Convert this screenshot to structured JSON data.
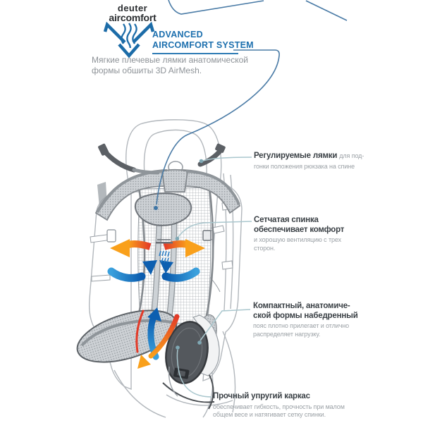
{
  "brand": {
    "name": "deuter",
    "sub": "aircomfort"
  },
  "header": {
    "title_line1": "ADVANCED",
    "title_line2": "AIRCOMFORT SYSTEM"
  },
  "intro": {
    "line1": "Мягкие плечевые лямки анатомической",
    "line2": "формы обшиты 3D AirMesh."
  },
  "annotations": [
    {
      "title_lines": [
        "Регулируемые лямки"
      ],
      "inline_note": "для под-",
      "body_lines": [
        "гонки положения рюкзака на спине"
      ]
    },
    {
      "title_lines": [
        "Сетчатая спинка",
        "обеспечивает комфорт"
      ],
      "body_lines": [
        "и хорошую вентиляцию с трех",
        "сторон."
      ]
    },
    {
      "title_lines": [
        "Компактный, анатомиче-",
        "ской формы набедренный"
      ],
      "body_lines": [
        "пояс плотно прилегает и отлично",
        "распределяет нагрузку."
      ]
    },
    {
      "title_lines": [
        "Прочный упругий каркас"
      ],
      "body_lines": [
        "обеспечивает гибкость, прочность при малом",
        "общем весе и натягивает сетку спинки."
      ]
    }
  ],
  "colors": {
    "accent_blue": "#1c6fae",
    "callout_blue": "#4a7ba6",
    "callout_teal": "#aac7ce",
    "title_text": "#3a4045",
    "body_text": "#9ba1a6",
    "warm_arrow": "#f9a01b",
    "warm_arrow_deep": "#e23a28",
    "cool_arrow": "#0d5fb0",
    "pack_outline": "#b2b7bc",
    "harness_dark": "#54585d"
  }
}
